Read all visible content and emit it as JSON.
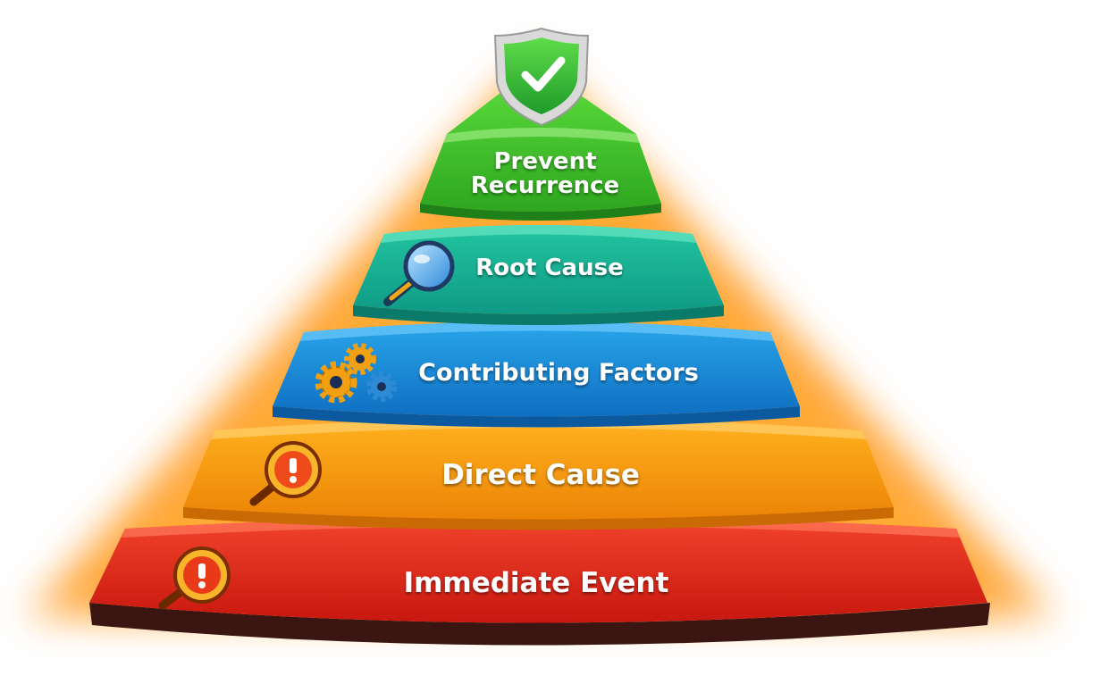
{
  "diagram": {
    "type": "pyramid",
    "tiers": [
      {
        "id": "prevent-recurrence",
        "label_lines": [
          "Prevent",
          "Recurrence"
        ],
        "icon": "shield-check-icon",
        "color": "#3cc22a"
      },
      {
        "id": "root-cause",
        "label_lines": [
          "Root Cause"
        ],
        "icon": "magnifier-icon",
        "color": "#17b28c"
      },
      {
        "id": "contributing-factors",
        "label_lines": [
          "Contributing Factors"
        ],
        "icon": "gears-icon",
        "color": "#1a8fd6"
      },
      {
        "id": "direct-cause",
        "label_lines": [
          "Direct Cause"
        ],
        "icon": "alert-magnifier-icon",
        "color": "#f29a10"
      },
      {
        "id": "immediate-event",
        "label_lines": [
          "Immediate Event"
        ],
        "icon": "alert-magnifier-icon",
        "color": "#e02a1c"
      }
    ],
    "glow_color": "#ff8a00"
  }
}
